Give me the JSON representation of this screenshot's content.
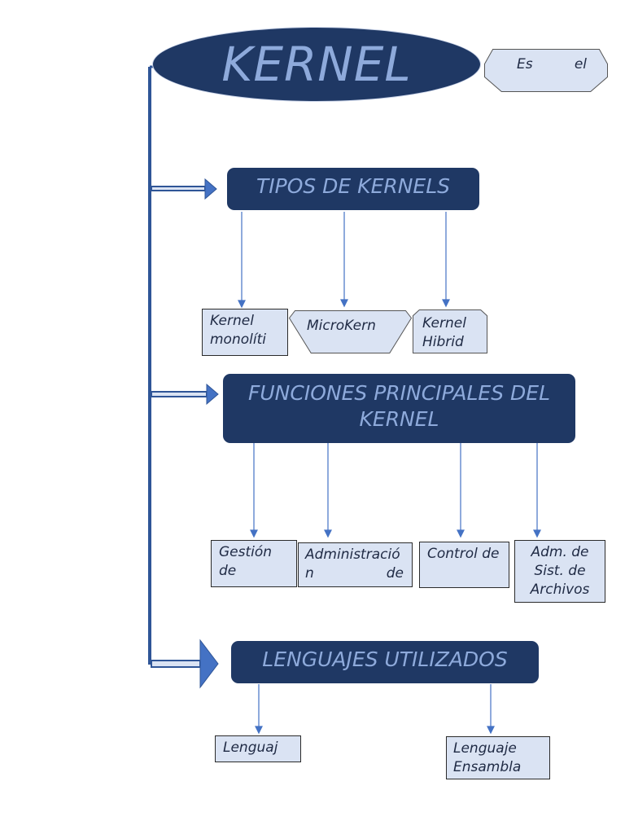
{
  "title": "KERNEL",
  "definition_snippet": "Es el",
  "sections": [
    {
      "label": "TIPOS DE KERNELS",
      "items": [
        "Kernel monolíti",
        "MicroKern",
        "Kernel Hibrid"
      ]
    },
    {
      "label": "FUNCIONES PRINCIPALES DEL KERNEL",
      "items": [
        "Gestión de",
        "Administración de",
        "Control de",
        "Adm. de Sist. de Archivos"
      ]
    },
    {
      "label": "LENGUAJES UTILIZADOS",
      "items": [
        "Lenguaj",
        "Lenguaje Ensambla"
      ]
    }
  ],
  "colors": {
    "header_fill": "#1f3864",
    "header_text": "#8eaadb",
    "box_fill": "#dae3f3",
    "connector": "#4472c4",
    "spine": "#2f5597"
  }
}
